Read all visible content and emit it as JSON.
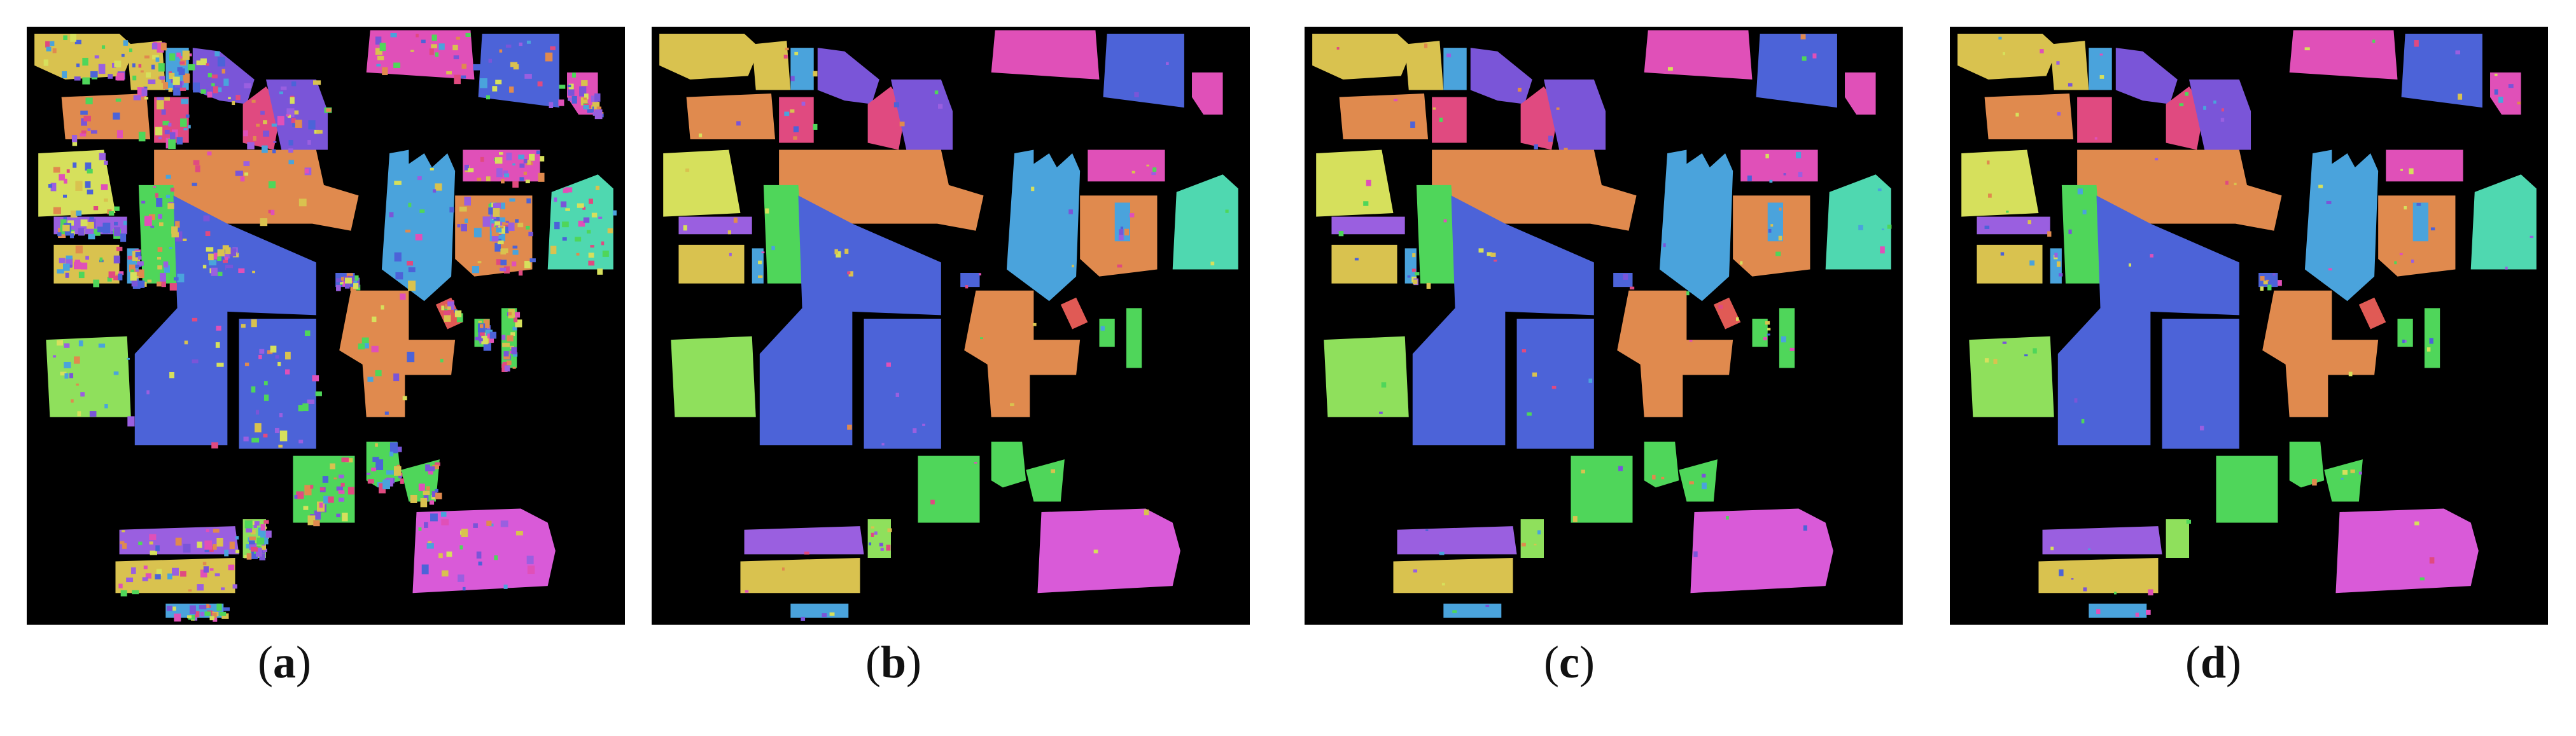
{
  "captions": {
    "a": {
      "open": "(",
      "letter": "a",
      "close": ")"
    },
    "b": {
      "open": "(",
      "letter": "b",
      "close": ")"
    },
    "c": {
      "open": "(",
      "letter": "c",
      "close": ")"
    },
    "d": {
      "open": "(",
      "letter": "d",
      "close": ")"
    }
  },
  "colors": {
    "background": "#000000",
    "mustard": "#d9c24f",
    "yellow_green": "#d6e05c",
    "orange": "#e08a4e",
    "sky_blue": "#4aa3dc",
    "royal_blue": "#4c63d8",
    "violet": "#7a55d8",
    "lavender": "#9a5fe0",
    "magenta": "#e050b8",
    "pink_red": "#e04a80",
    "green": "#4fd65a",
    "light_green": "#8fe05c",
    "teal": "#4fd8b0",
    "red": "#e05a55",
    "pink": "#d95ad8"
  },
  "panels": [
    {
      "id": "a",
      "noise": "high"
    },
    {
      "id": "b",
      "noise": "low"
    },
    {
      "id": "c",
      "noise": "low"
    },
    {
      "id": "d",
      "noise": "low"
    }
  ]
}
